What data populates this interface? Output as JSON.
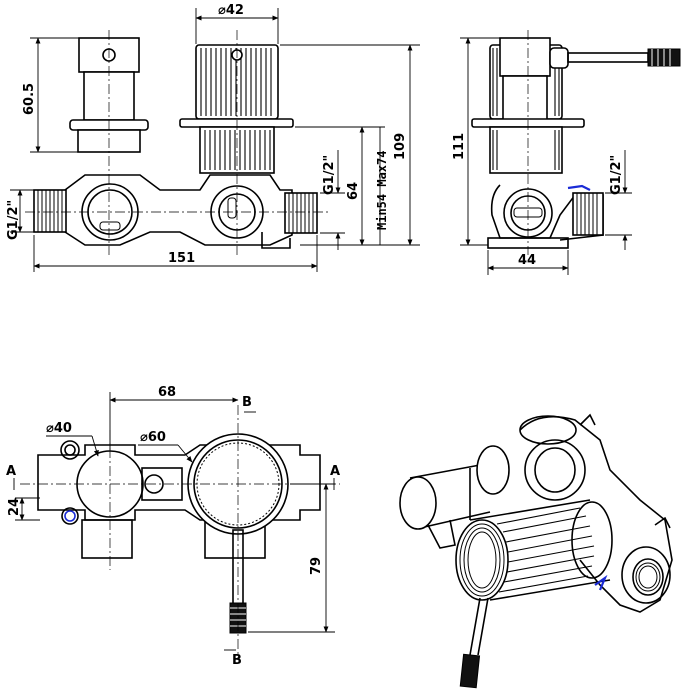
{
  "front_view": {
    "dim_diameter_42": "⌀42",
    "dim_60_5": "60.5",
    "dim_109": "109",
    "dim_64": "64",
    "dim_min_max": "Min54 Max74",
    "dim_g12_right": "G1/2\"",
    "dim_g12_left": "G1/2\"",
    "dim_151": "151"
  },
  "side_view": {
    "dim_111": "111",
    "dim_g12": "G1/2\"",
    "dim_44": "44"
  },
  "top_view": {
    "dim_68": "68",
    "dim_diameter_40": "⌀40",
    "dim_diameter_60": "⌀60",
    "dim_24": "24",
    "dim_79": "79",
    "section_b_top": "B",
    "section_b_bottom": "B",
    "section_a_left": "A",
    "section_a_right": "A"
  }
}
